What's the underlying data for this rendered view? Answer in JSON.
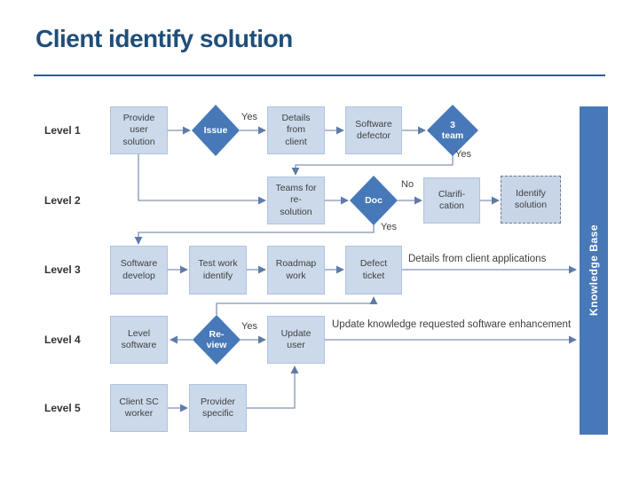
{
  "title": "Client identify solution",
  "levels": [
    "Level 1",
    "Level 2",
    "Level 3",
    "Level 4",
    "Level 5"
  ],
  "nodes": {
    "provide_user_solution": "Provide\nuser\nsolution",
    "issue": "Issue",
    "details_from_client": "Details\nfrom\nclient",
    "software_defector": "Software\ndefector",
    "three_team": "3\nteam",
    "teams_for_resolution": "Teams for\nre-\nsolution",
    "doc": "Doc",
    "clarification": "Clarifi-\ncation",
    "identify_solution": "Identify\nsolution",
    "software_develop": "Software\ndevelop",
    "test_work_identify": "Test work\nidentify",
    "roadmap_work": "Roadmap\nwork",
    "defect_ticket": "Defect\nticket",
    "level_software": "Level\nsoftware",
    "review": "Re-\nview",
    "update_user": "Update\nuser",
    "client_sc_worker": "Client SC\nworker",
    "provider_specific": "Provider\nspecific"
  },
  "edge_labels": {
    "issue_yes": "Yes",
    "team_yes": "Yes",
    "doc_no": "No",
    "doc_yes": "Yes",
    "review_yes": "Yes"
  },
  "annotations": {
    "defect_to_kb": "Details from client applications",
    "update_to_kb": "Update knowledge requested software enhancement"
  },
  "knowledge_base": "Knowledge Base",
  "colors": {
    "title": "#1F4E79",
    "divider": "#2E5D94",
    "box_fill": "#CBD9EA",
    "box_border": "#AEC3DE",
    "diamond_fill": "#4778B8",
    "knowledge_base_fill": "#4778B8",
    "connector": "#8095B3",
    "text": "#3F3F3F"
  }
}
